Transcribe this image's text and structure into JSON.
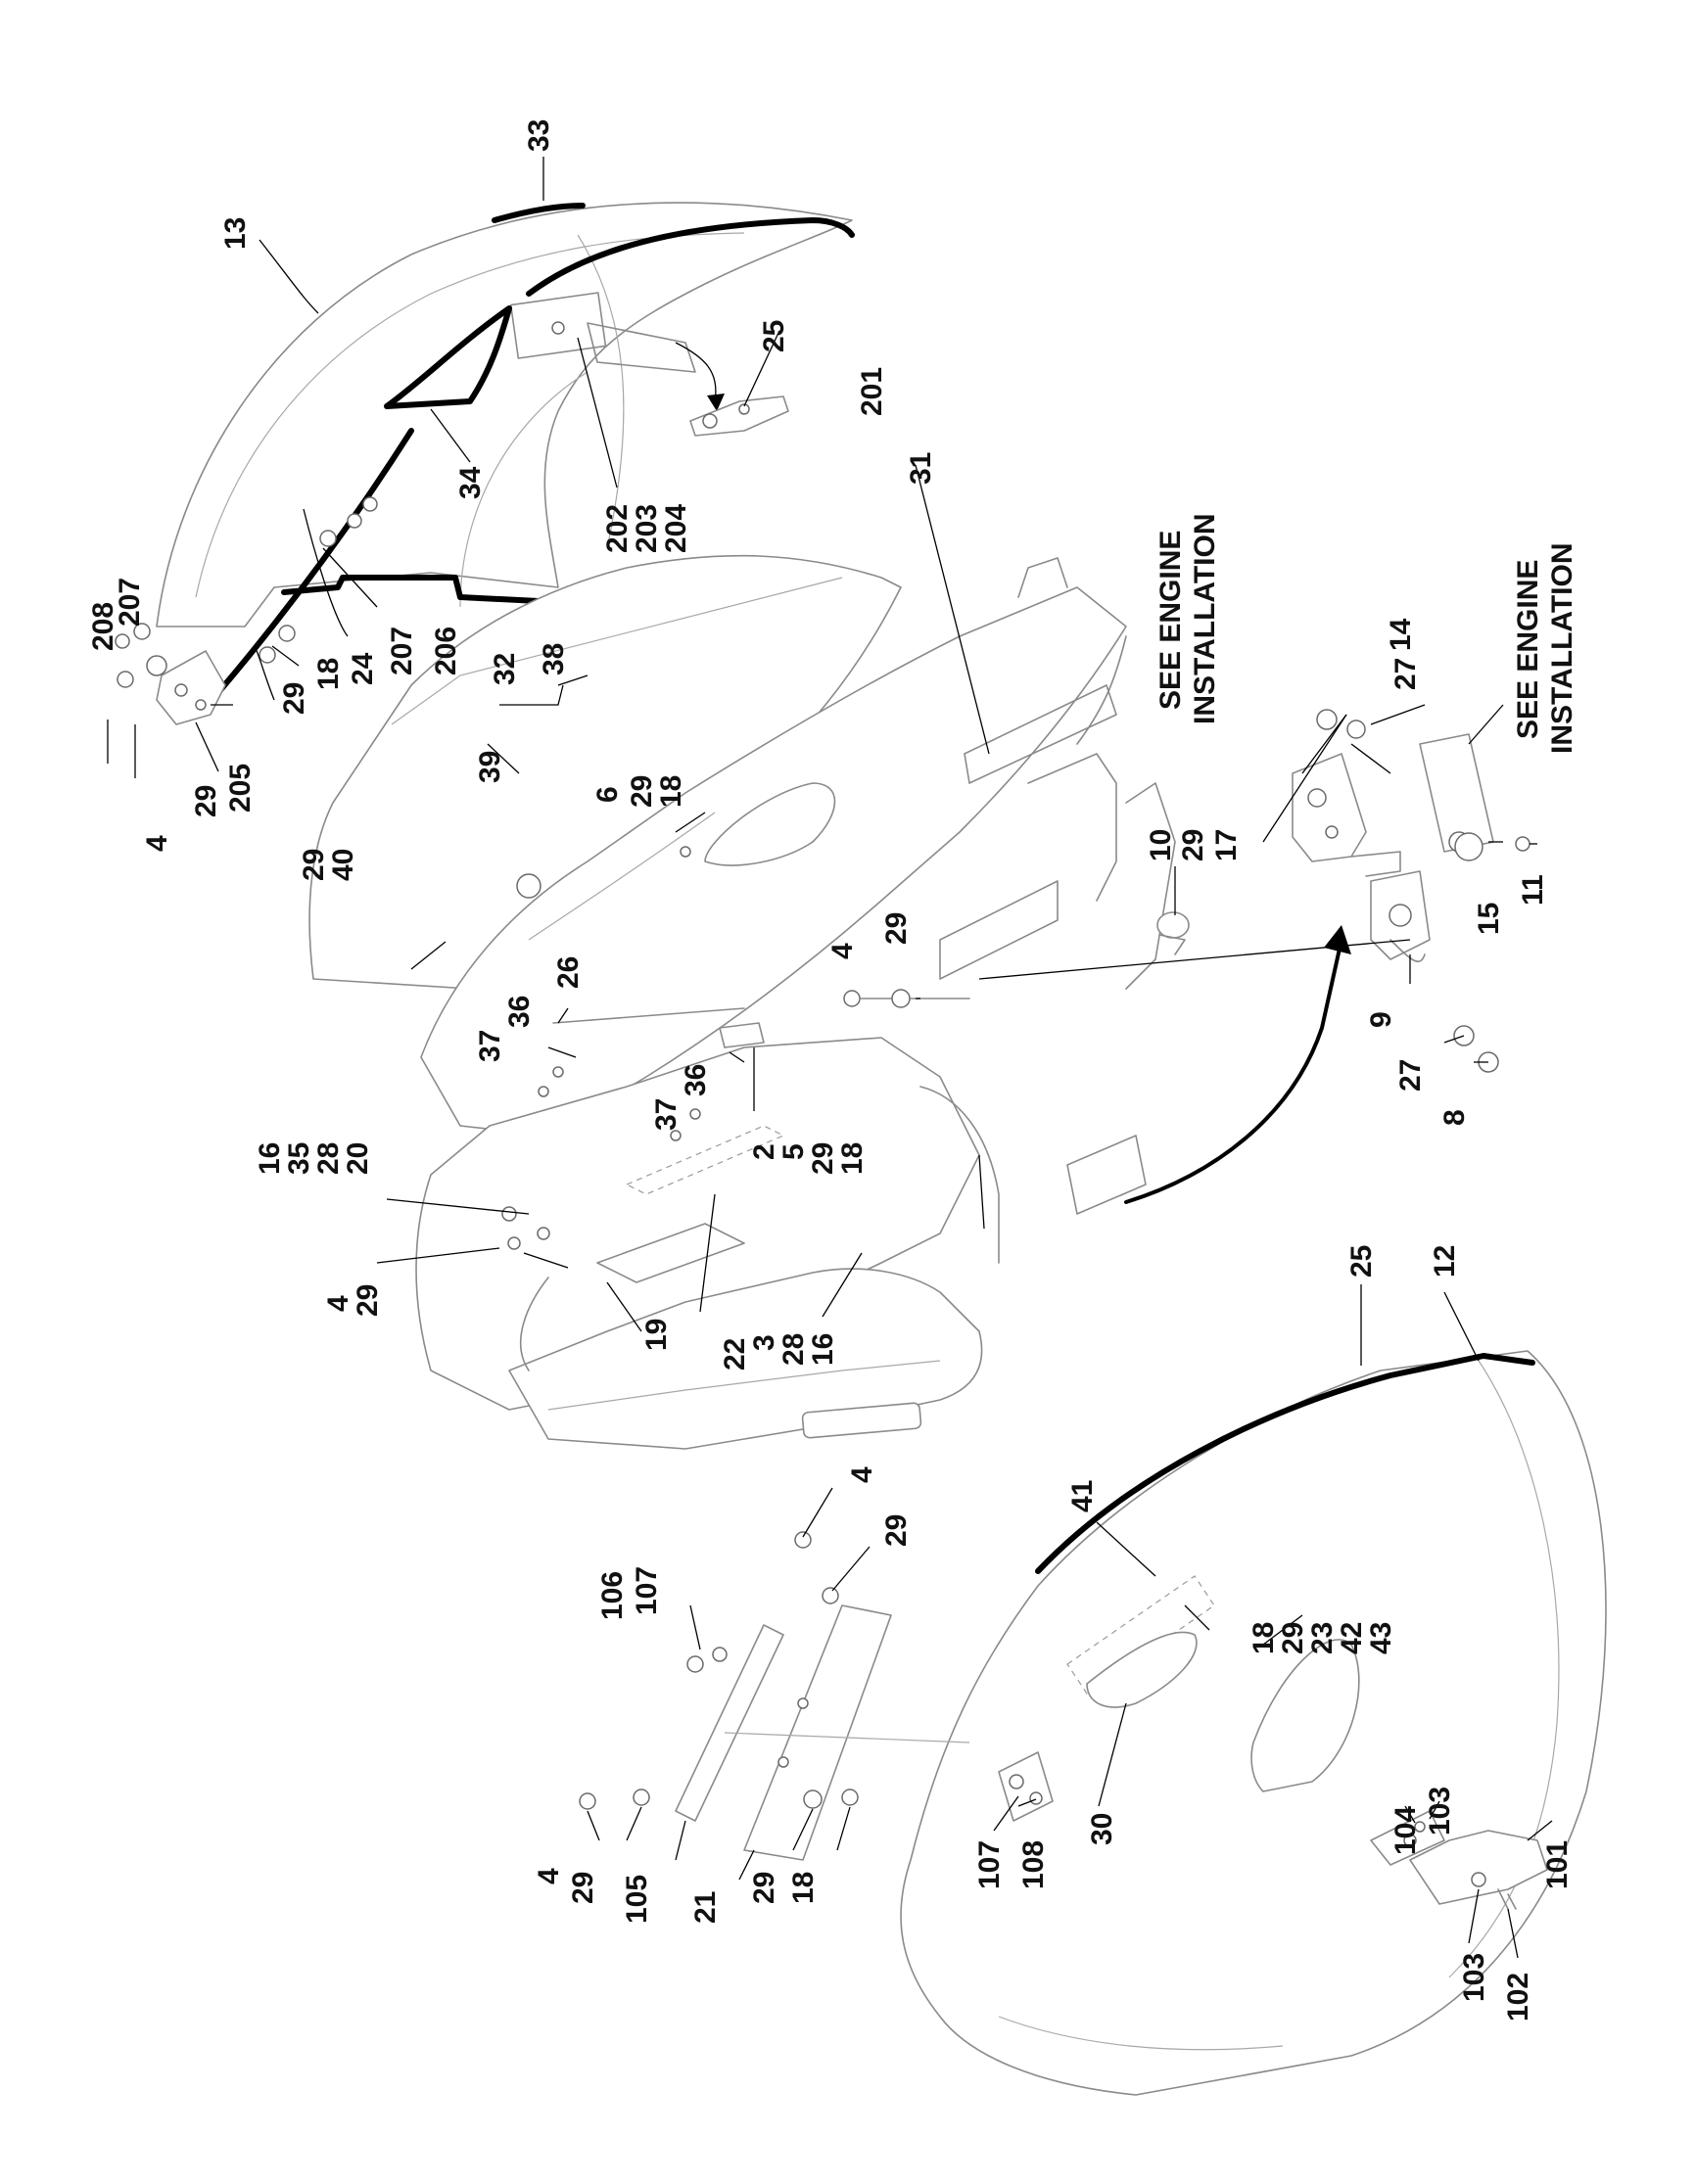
{
  "callouts": {
    "n33": "33",
    "n13": "13",
    "n25a": "25",
    "n201": "201",
    "n202": "202",
    "n203": "203",
    "n204": "204",
    "n34": "34",
    "n208": "208",
    "n207a": "207",
    "n207b": "207",
    "n206": "206",
    "n24": "24",
    "n18a": "18",
    "n29a": "29",
    "n205": "205",
    "n29b": "29",
    "n4a": "4",
    "n39": "39",
    "n32": "32",
    "n38": "38",
    "n6": "6",
    "n29c": "29",
    "n18b": "18",
    "n31": "31",
    "n29d": "29",
    "n40": "40",
    "n26": "26",
    "n36a": "36",
    "n37a": "37",
    "n36b": "36",
    "n37b": "37",
    "n4b": "4",
    "n29e": "29",
    "n10": "10",
    "n29f": "29",
    "n17": "17",
    "n16a": "16",
    "n35": "35",
    "n28a": "28",
    "n20": "20",
    "n2": "2",
    "n5": "5",
    "n29g": "29",
    "n18c": "18",
    "n4c": "4",
    "n29h": "29",
    "n19": "19",
    "n22": "22",
    "n3": "3",
    "n28b": "28",
    "n16b": "16",
    "n14": "14",
    "n27a": "27",
    "n15": "15",
    "n11": "11",
    "n9": "9",
    "n27b": "27",
    "n8": "8",
    "n25b": "25",
    "n12": "12",
    "n41": "41",
    "n18d": "18",
    "n29i": "29",
    "n23": "23",
    "n42": "42",
    "n43": "43",
    "n30": "30",
    "n4d": "4",
    "n29j": "29",
    "n106": "106",
    "n107a": "107",
    "n107b": "107",
    "n108": "108",
    "n4e": "4",
    "n29k": "29",
    "n105": "105",
    "n21": "21",
    "n29l": "29",
    "n18e": "18",
    "n104": "104",
    "n103a": "103",
    "n101": "101",
    "n103b": "103",
    "n102": "102"
  },
  "notes": {
    "see_engine_1_line1": "SEE ENGINE",
    "see_engine_1_line2": "INSTALLATION",
    "see_engine_2_line1": "SEE ENGINE",
    "see_engine_2_line2": "INSTALLATION"
  }
}
